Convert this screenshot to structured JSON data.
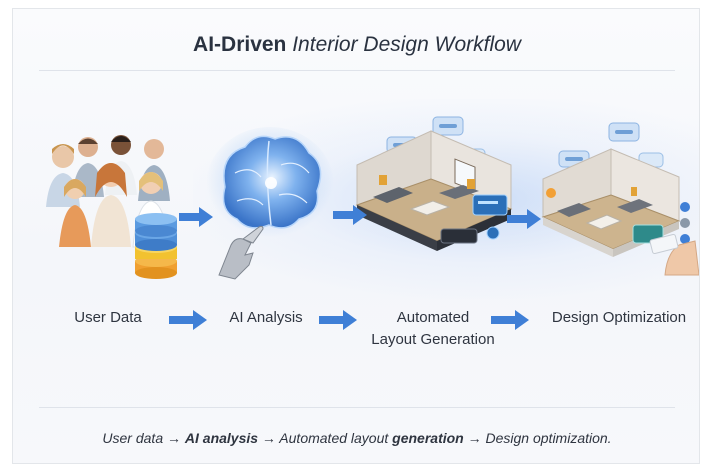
{
  "title": {
    "bold": "AI-Driven",
    "italic": " Interior Design Workflow"
  },
  "steps": [
    {
      "label": "User Data"
    },
    {
      "label": "AI Analysis"
    },
    {
      "label_line1": "Automated",
      "label_line2": "Layout Generation"
    },
    {
      "label": "Design Optimization"
    }
  ],
  "caption": {
    "p1": "User data",
    "arrow": " → ",
    "p2": "AI analysis",
    "p3": " → Automated layout ",
    "p4": "generation",
    "p5": " → Design optimization."
  },
  "colors": {
    "arrow": "#3f7fd6",
    "accent": "#4a8ee0",
    "text": "#2f3540"
  }
}
